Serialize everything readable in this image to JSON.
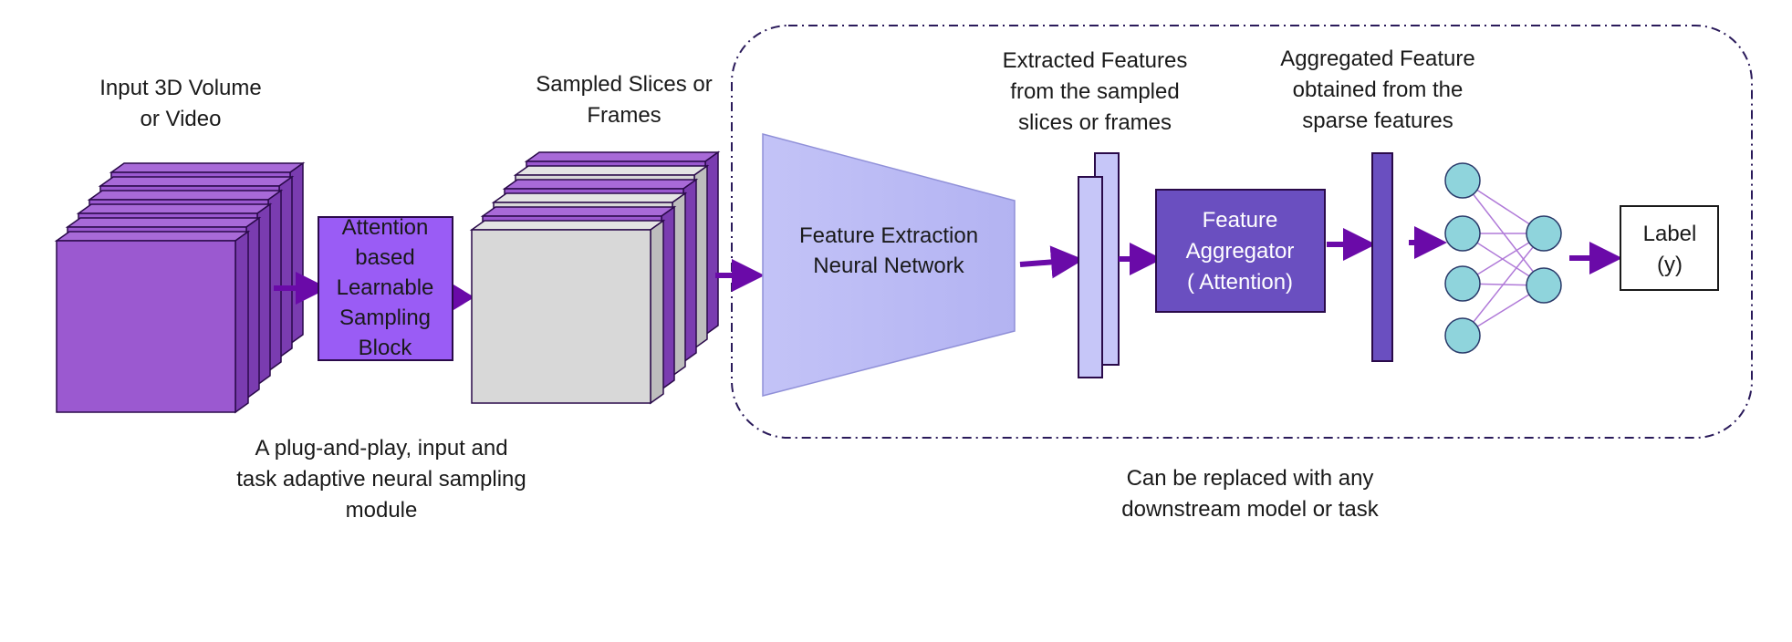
{
  "labels": {
    "input_volume": [
      "Input 3D Volume",
      "or Video"
    ],
    "sampling_block": [
      "Attention",
      "based",
      "Learnable",
      "Sampling",
      "Block"
    ],
    "sampled_slices": [
      "Sampled Slices or",
      "Frames"
    ],
    "feature_extraction": [
      "Feature Extraction",
      "Neural Network"
    ],
    "extracted_features": [
      "Extracted Features",
      "from the sampled",
      "slices or frames"
    ],
    "feature_aggregator": [
      "Feature",
      "Aggregator",
      "( Attention)"
    ],
    "aggregated_feature": [
      "Aggregated Feature",
      "obtained from the",
      "sparse features"
    ],
    "label_box": [
      "Label",
      "(y)"
    ],
    "plug_and_play": [
      "A plug-and-play, input and",
      "task adaptive neural sampling",
      "module"
    ],
    "replaceable": [
      "Can be replaced with any",
      "downstream model or task"
    ]
  },
  "colors": {
    "volume_purple": "#9b59d0",
    "volume_stroke": "#2a0a4a",
    "sampling_block": "#9a5cf5",
    "arrow": "#6a0aa8",
    "feature_net": "#b8b8f5",
    "feature_strip": "#c6c6f8",
    "aggregator": "#6a4fc0",
    "aggregated_bar": "#6a4fc0",
    "node": "#8fd4dc",
    "edge": "#b07ad8",
    "dashed_border": "#2a1a5a"
  },
  "icons": {
    "neural_net": "neural-network-icon"
  }
}
